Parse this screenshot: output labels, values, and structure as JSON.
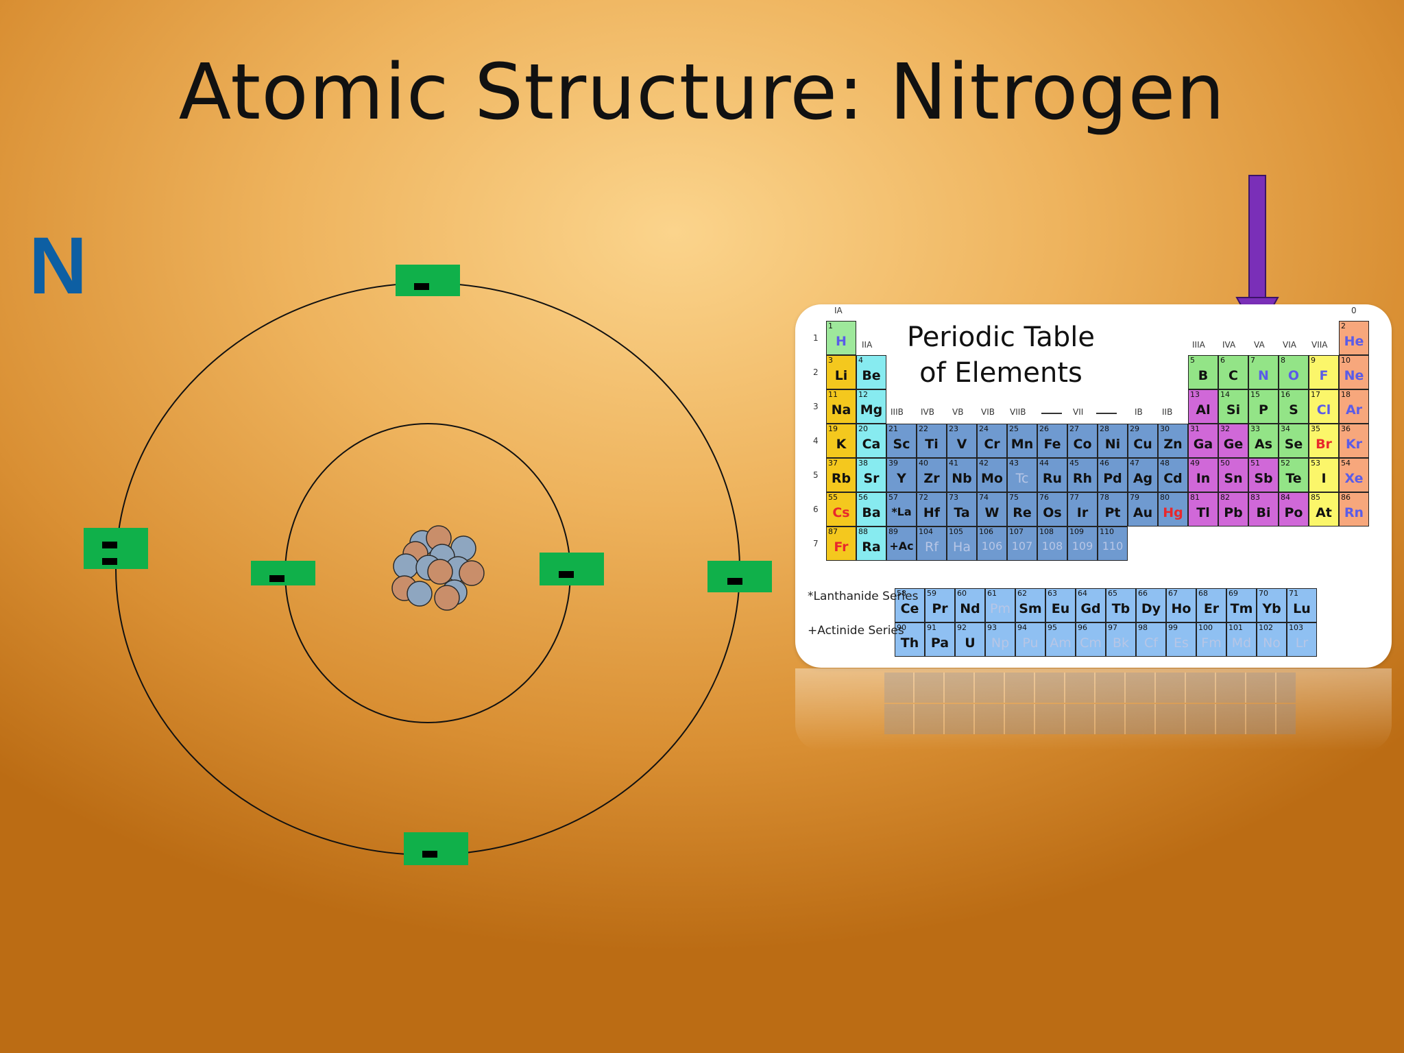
{
  "slide": {
    "title": "Atomic Structure: Nitrogen",
    "symbol": "N"
  },
  "colors": {
    "electron_box": "#10b04a",
    "proton": "#c98e6a",
    "neutron": "#8ea6c0",
    "arrow": "#7a2fb8",
    "symbol": "#0d5fa3"
  },
  "atom": {
    "electron_label": "-",
    "inner_shell_electrons": 2,
    "outer_shell_electrons": 5,
    "nucleus_particles": 14
  },
  "periodic_table": {
    "title_line1": "Periodic Table",
    "title_line2": "of Elements",
    "highlighted_element": "N",
    "groups": [
      "IA",
      "IIA",
      "IIIB",
      "IVB",
      "VB",
      "VIB",
      "VIIB",
      "VII",
      "IB",
      "IIB",
      "IIIA",
      "IVA",
      "VA",
      "VIA",
      "VIIA",
      "0"
    ],
    "periods": [
      "1",
      "2",
      "3",
      "4",
      "5",
      "6",
      "7"
    ],
    "lanthanide_label": "*Lanthanide Series",
    "actinide_label": "+Actinide Series",
    "elements": [
      {
        "n": "1",
        "s": "H",
        "r": 1,
        "c": 1,
        "t": "h"
      },
      {
        "n": "2",
        "s": "He",
        "r": 1,
        "c": 18,
        "t": "noble"
      },
      {
        "n": "3",
        "s": "Li",
        "r": 2,
        "c": 1,
        "t": "alk"
      },
      {
        "n": "4",
        "s": "Be",
        "r": 2,
        "c": 2,
        "t": "alkearth"
      },
      {
        "n": "5",
        "s": "B",
        "r": 2,
        "c": 13,
        "t": "green"
      },
      {
        "n": "6",
        "s": "C",
        "r": 2,
        "c": 14,
        "t": "green"
      },
      {
        "n": "7",
        "s": "N",
        "r": 2,
        "c": 15,
        "t": "green"
      },
      {
        "n": "8",
        "s": "O",
        "r": 2,
        "c": 16,
        "t": "green"
      },
      {
        "n": "9",
        "s": "F",
        "r": 2,
        "c": 17,
        "t": "halo"
      },
      {
        "n": "10",
        "s": "Ne",
        "r": 2,
        "c": 18,
        "t": "noble"
      },
      {
        "n": "11",
        "s": "Na",
        "r": 3,
        "c": 1,
        "t": "alk"
      },
      {
        "n": "12",
        "s": "Mg",
        "r": 3,
        "c": 2,
        "t": "alkearth"
      },
      {
        "n": "13",
        "s": "Al",
        "r": 3,
        "c": 13,
        "t": "purple"
      },
      {
        "n": "14",
        "s": "Si",
        "r": 3,
        "c": 14,
        "t": "green"
      },
      {
        "n": "15",
        "s": "P",
        "r": 3,
        "c": 15,
        "t": "green"
      },
      {
        "n": "16",
        "s": "S",
        "r": 3,
        "c": 16,
        "t": "green"
      },
      {
        "n": "17",
        "s": "Cl",
        "r": 3,
        "c": 17,
        "t": "halo"
      },
      {
        "n": "18",
        "s": "Ar",
        "r": 3,
        "c": 18,
        "t": "noble"
      },
      {
        "n": "19",
        "s": "K",
        "r": 4,
        "c": 1,
        "t": "alk"
      },
      {
        "n": "20",
        "s": "Ca",
        "r": 4,
        "c": 2,
        "t": "alkearth"
      },
      {
        "n": "21",
        "s": "Sc",
        "r": 4,
        "c": 3,
        "t": "trans"
      },
      {
        "n": "22",
        "s": "Ti",
        "r": 4,
        "c": 4,
        "t": "trans"
      },
      {
        "n": "23",
        "s": "V",
        "r": 4,
        "c": 5,
        "t": "trans"
      },
      {
        "n": "24",
        "s": "Cr",
        "r": 4,
        "c": 6,
        "t": "trans"
      },
      {
        "n": "25",
        "s": "Mn",
        "r": 4,
        "c": 7,
        "t": "trans"
      },
      {
        "n": "26",
        "s": "Fe",
        "r": 4,
        "c": 8,
        "t": "trans"
      },
      {
        "n": "27",
        "s": "Co",
        "r": 4,
        "c": 9,
        "t": "trans"
      },
      {
        "n": "28",
        "s": "Ni",
        "r": 4,
        "c": 10,
        "t": "trans"
      },
      {
        "n": "29",
        "s": "Cu",
        "r": 4,
        "c": 11,
        "t": "trans"
      },
      {
        "n": "30",
        "s": "Zn",
        "r": 4,
        "c": 12,
        "t": "trans"
      },
      {
        "n": "31",
        "s": "Ga",
        "r": 4,
        "c": 13,
        "t": "purple"
      },
      {
        "n": "32",
        "s": "Ge",
        "r": 4,
        "c": 14,
        "t": "purple"
      },
      {
        "n": "33",
        "s": "As",
        "r": 4,
        "c": 15,
        "t": "green"
      },
      {
        "n": "34",
        "s": "Se",
        "r": 4,
        "c": 16,
        "t": "green"
      },
      {
        "n": "35",
        "s": "Br",
        "r": 4,
        "c": 17,
        "t": "halo"
      },
      {
        "n": "36",
        "s": "Kr",
        "r": 4,
        "c": 18,
        "t": "noble"
      },
      {
        "n": "37",
        "s": "Rb",
        "r": 5,
        "c": 1,
        "t": "alk"
      },
      {
        "n": "38",
        "s": "Sr",
        "r": 5,
        "c": 2,
        "t": "alkearth"
      },
      {
        "n": "39",
        "s": "Y",
        "r": 5,
        "c": 3,
        "t": "trans"
      },
      {
        "n": "40",
        "s": "Zr",
        "r": 5,
        "c": 4,
        "t": "trans"
      },
      {
        "n": "41",
        "s": "Nb",
        "r": 5,
        "c": 5,
        "t": "trans"
      },
      {
        "n": "42",
        "s": "Mo",
        "r": 5,
        "c": 6,
        "t": "trans"
      },
      {
        "n": "43",
        "s": "Tc",
        "r": 5,
        "c": 7,
        "t": "trans"
      },
      {
        "n": "44",
        "s": "Ru",
        "r": 5,
        "c": 8,
        "t": "trans"
      },
      {
        "n": "45",
        "s": "Rh",
        "r": 5,
        "c": 9,
        "t": "trans"
      },
      {
        "n": "46",
        "s": "Pd",
        "r": 5,
        "c": 10,
        "t": "trans"
      },
      {
        "n": "47",
        "s": "Ag",
        "r": 5,
        "c": 11,
        "t": "trans"
      },
      {
        "n": "48",
        "s": "Cd",
        "r": 5,
        "c": 12,
        "t": "trans"
      },
      {
        "n": "49",
        "s": "In",
        "r": 5,
        "c": 13,
        "t": "purple"
      },
      {
        "n": "50",
        "s": "Sn",
        "r": 5,
        "c": 14,
        "t": "purple"
      },
      {
        "n": "51",
        "s": "Sb",
        "r": 5,
        "c": 15,
        "t": "purple"
      },
      {
        "n": "52",
        "s": "Te",
        "r": 5,
        "c": 16,
        "t": "green"
      },
      {
        "n": "53",
        "s": "I",
        "r": 5,
        "c": 17,
        "t": "halo"
      },
      {
        "n": "54",
        "s": "Xe",
        "r": 5,
        "c": 18,
        "t": "noble"
      },
      {
        "n": "55",
        "s": "Cs",
        "r": 6,
        "c": 1,
        "t": "alk"
      },
      {
        "n": "56",
        "s": "Ba",
        "r": 6,
        "c": 2,
        "t": "alkearth"
      },
      {
        "n": "57",
        "s": "*La",
        "r": 6,
        "c": 3,
        "t": "trans"
      },
      {
        "n": "72",
        "s": "Hf",
        "r": 6,
        "c": 4,
        "t": "trans"
      },
      {
        "n": "73",
        "s": "Ta",
        "r": 6,
        "c": 5,
        "t": "trans"
      },
      {
        "n": "74",
        "s": "W",
        "r": 6,
        "c": 6,
        "t": "trans"
      },
      {
        "n": "75",
        "s": "Re",
        "r": 6,
        "c": 7,
        "t": "trans"
      },
      {
        "n": "76",
        "s": "Os",
        "r": 6,
        "c": 8,
        "t": "trans"
      },
      {
        "n": "77",
        "s": "Ir",
        "r": 6,
        "c": 9,
        "t": "trans"
      },
      {
        "n": "78",
        "s": "Pt",
        "r": 6,
        "c": 10,
        "t": "trans"
      },
      {
        "n": "79",
        "s": "Au",
        "r": 6,
        "c": 11,
        "t": "trans"
      },
      {
        "n": "80",
        "s": "Hg",
        "r": 6,
        "c": 12,
        "t": "trans"
      },
      {
        "n": "81",
        "s": "Tl",
        "r": 6,
        "c": 13,
        "t": "purple"
      },
      {
        "n": "82",
        "s": "Pb",
        "r": 6,
        "c": 14,
        "t": "purple"
      },
      {
        "n": "83",
        "s": "Bi",
        "r": 6,
        "c": 15,
        "t": "purple"
      },
      {
        "n": "84",
        "s": "Po",
        "r": 6,
        "c": 16,
        "t": "purple"
      },
      {
        "n": "85",
        "s": "At",
        "r": 6,
        "c": 17,
        "t": "halo"
      },
      {
        "n": "86",
        "s": "Rn",
        "r": 6,
        "c": 18,
        "t": "noble"
      },
      {
        "n": "87",
        "s": "Fr",
        "r": 7,
        "c": 1,
        "t": "alk"
      },
      {
        "n": "88",
        "s": "Ra",
        "r": 7,
        "c": 2,
        "t": "alkearth"
      },
      {
        "n": "89",
        "s": "+Ac",
        "r": 7,
        "c": 3,
        "t": "trans"
      },
      {
        "n": "104",
        "s": "Rf",
        "r": 7,
        "c": 4,
        "t": "trans"
      },
      {
        "n": "105",
        "s": "Ha",
        "r": 7,
        "c": 5,
        "t": "trans"
      },
      {
        "n": "106",
        "s": "106",
        "r": 7,
        "c": 6,
        "t": "trans"
      },
      {
        "n": "107",
        "s": "107",
        "r": 7,
        "c": 7,
        "t": "trans"
      },
      {
        "n": "108",
        "s": "108",
        "r": 7,
        "c": 8,
        "t": "trans"
      },
      {
        "n": "109",
        "s": "109",
        "r": 7,
        "c": 9,
        "t": "trans"
      },
      {
        "n": "110",
        "s": "110",
        "r": 7,
        "c": 10,
        "t": "trans"
      }
    ],
    "lanthanides": [
      {
        "n": "58",
        "s": "Ce"
      },
      {
        "n": "59",
        "s": "Pr"
      },
      {
        "n": "60",
        "s": "Nd"
      },
      {
        "n": "61",
        "s": "Pm"
      },
      {
        "n": "62",
        "s": "Sm"
      },
      {
        "n": "63",
        "s": "Eu"
      },
      {
        "n": "64",
        "s": "Gd"
      },
      {
        "n": "65",
        "s": "Tb"
      },
      {
        "n": "66",
        "s": "Dy"
      },
      {
        "n": "67",
        "s": "Ho"
      },
      {
        "n": "68",
        "s": "Er"
      },
      {
        "n": "69",
        "s": "Tm"
      },
      {
        "n": "70",
        "s": "Yb"
      },
      {
        "n": "71",
        "s": "Lu"
      }
    ],
    "actinides": [
      {
        "n": "90",
        "s": "Th"
      },
      {
        "n": "91",
        "s": "Pa"
      },
      {
        "n": "92",
        "s": "U"
      },
      {
        "n": "93",
        "s": "Np"
      },
      {
        "n": "94",
        "s": "Pu"
      },
      {
        "n": "95",
        "s": "Am"
      },
      {
        "n": "96",
        "s": "Cm"
      },
      {
        "n": "97",
        "s": "Bk"
      },
      {
        "n": "98",
        "s": "Cf"
      },
      {
        "n": "99",
        "s": "Es"
      },
      {
        "n": "100",
        "s": "Fm"
      },
      {
        "n": "101",
        "s": "Md"
      },
      {
        "n": "102",
        "s": "No"
      },
      {
        "n": "103",
        "s": "Lr"
      }
    ],
    "colors": {
      "h": "#9ee89b",
      "alk": "#f4c81e",
      "alkearth": "#87ebf0",
      "trans": "#6f9ad0",
      "green": "#93e487",
      "purple": "#d068d8",
      "halo": "#fbf66a",
      "noble": "#f7a77c",
      "fblock": "#8fc0f2"
    },
    "red_symbols": [
      "Cs",
      "Fr",
      "Br",
      "Hg"
    ],
    "blue_symbols": [
      "H",
      "N",
      "O",
      "F",
      "Cl",
      "He",
      "Ne",
      "Ar",
      "Kr",
      "Xe",
      "Rn"
    ],
    "faded_symbols": [
      "Tc",
      "Rf",
      "Ha",
      "106",
      "107",
      "108",
      "109",
      "110",
      "Pm",
      "Np",
      "Pu",
      "Am",
      "Cm",
      "Bk",
      "Cf",
      "Es",
      "Fm",
      "Md",
      "No",
      "Lr"
    ]
  }
}
